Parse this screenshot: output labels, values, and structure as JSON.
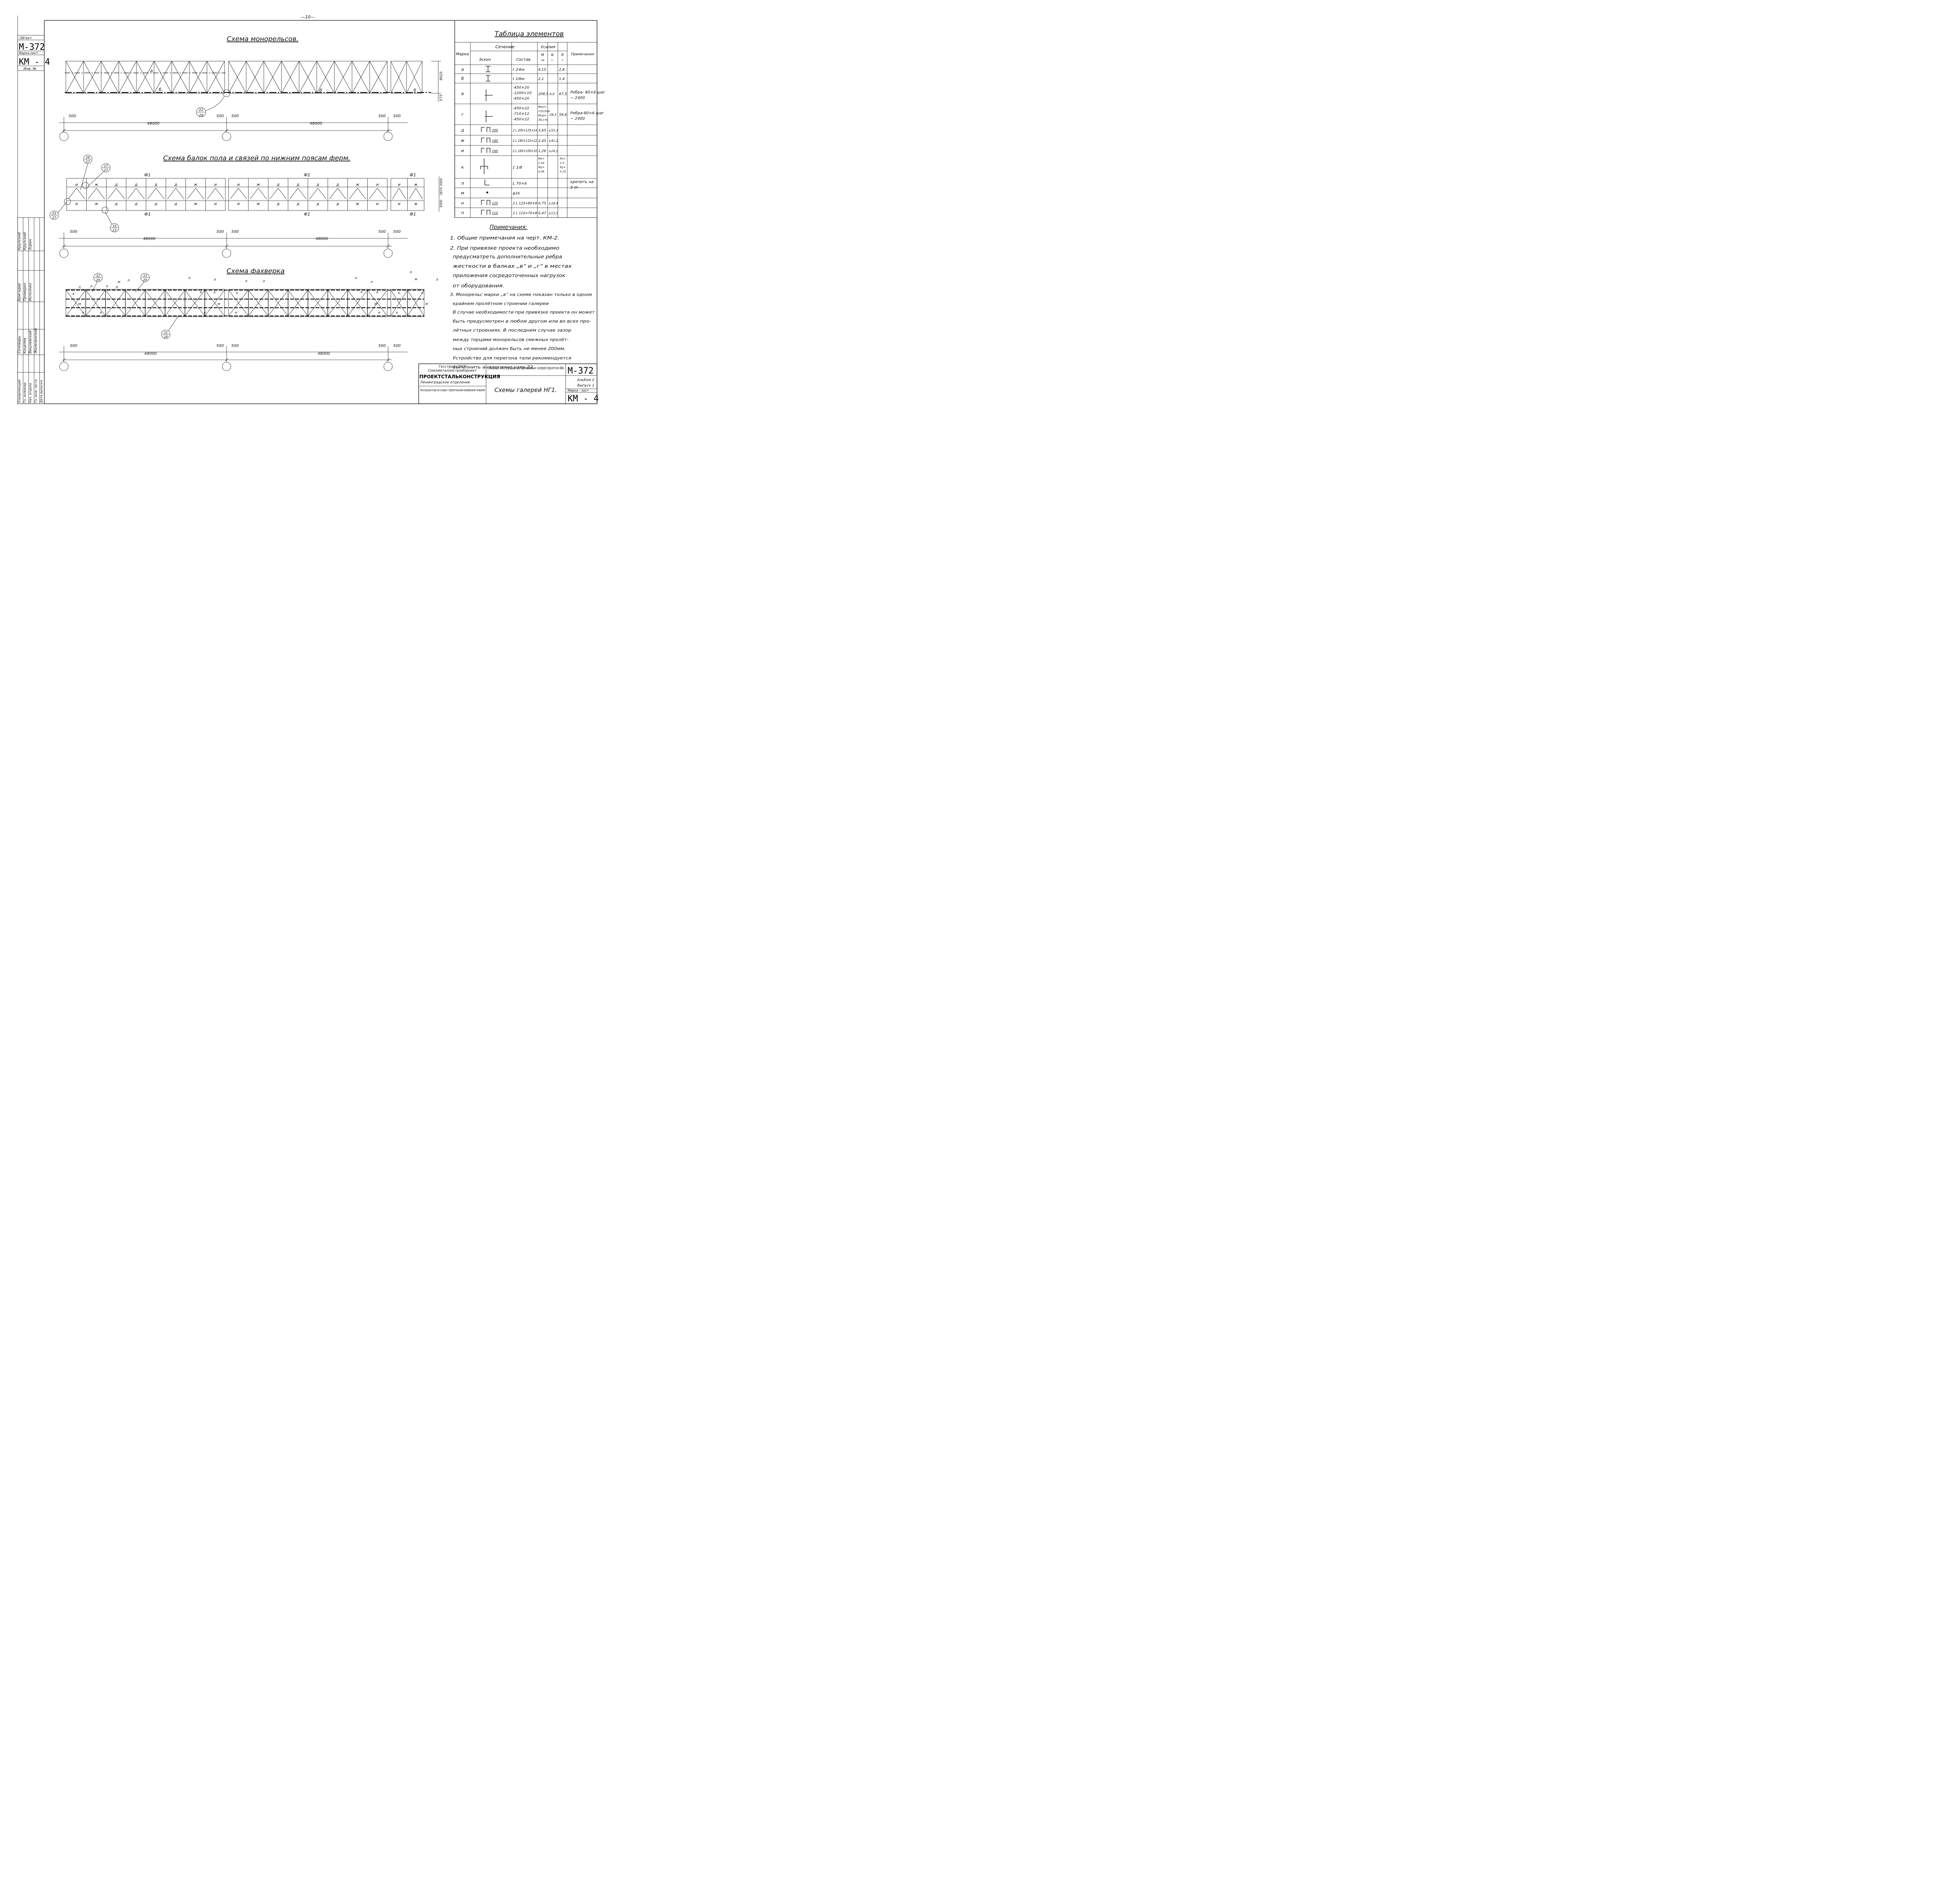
{
  "page_number": "—10—",
  "stamp": {
    "object_label": "Об'ект",
    "object": "М-372",
    "mark_label": "Марка-лист",
    "mark": "КМ - 4",
    "inv_label": "Инв. №"
  },
  "scheme1": {
    "title": "Схема монорельсов.",
    "labels": [
      "а",
      "б",
      "б.",
      "б"
    ],
    "dims": {
      "total_a": "48000",
      "total_b": "48000",
      "offset": "500",
      "h1": "8025",
      "h2": "575"
    },
    "callout": {
      "top": "22",
      "bottom": "26"
    }
  },
  "scheme2": {
    "title": "Схема балок пола и связей по нижним поясам ферм.",
    "f": "Ф1",
    "top_row": [
      "и",
      "ж",
      "д",
      "д",
      "д",
      "д",
      "ж",
      "и",
      "и",
      "ж",
      "д",
      "д",
      "д",
      "д",
      "ж",
      "и",
      "и",
      "ж"
    ],
    "bottom_row": [
      "и",
      "ж",
      "д",
      "д",
      "д",
      "д",
      "ж",
      "и",
      "и",
      "ж",
      "д",
      "д",
      "д",
      "д",
      "ж",
      "и",
      "и",
      "ж"
    ],
    "dims": {
      "total": "48000",
      "offset": "500",
      "h1": "3000",
      "h2": "3670",
      "h3": "3000"
    },
    "callouts": [
      {
        "top": "26",
        "bottom": "27"
      },
      {
        "top": "27",
        "bottom": "27"
      },
      {
        "top": "25",
        "bottom": "27"
      },
      {
        "top": "16",
        "bottom": "23"
      }
    ]
  },
  "scheme3": {
    "title": "Схема фахверка",
    "labels": {
      "l": "л",
      "k": "к",
      "m": "м"
    },
    "dims": {
      "total": "48000",
      "offset": "500"
    },
    "callouts": [
      {
        "top": "32",
        "bottom": "29"
      },
      {
        "top": "33",
        "bottom": "29"
      },
      {
        "top": "31",
        "bottom": "28"
      }
    ]
  },
  "table": {
    "title": "Таблица элементов",
    "headers": {
      "mark": "Марка",
      "section": "Сечение",
      "sketch": "Эскиз",
      "composition": "Состав",
      "forces": "Усилия",
      "m": "M",
      "m_unit": "тм",
      "n": "N",
      "n_unit": "т.",
      "r": "R",
      "r_unit": "т",
      "note": "Примечания"
    },
    "rows": [
      {
        "mark": "а",
        "comp": "I 24м",
        "m": "4,15",
        "n": "",
        "r": "2,8",
        "note": ""
      },
      {
        "mark": "б",
        "comp": "I 18м",
        "m": "2,1",
        "n": "",
        "r": "1,4",
        "note": ""
      },
      {
        "mark": "в",
        "comp": "-450×20 / -1200×10 / -450×20",
        "m": "208,5",
        "n": "-4,0",
        "r": "67,5",
        "note": "Ребра- 80×6 шаг ~ 2400"
      },
      {
        "mark": "г",
        "comp": "-450×22 / -710×12 / -450×22",
        "m": "Моп= 119,0тм Мпр= 38,1тм",
        "n": "-39,5",
        "r": "59,6",
        "note": "Ребра-80×6 шаг ~ 2400"
      },
      {
        "mark": "д",
        "comp": "2 L 200×125×14",
        "m": "3,65",
        "n": "±55,3",
        "r": "",
        "note": ""
      },
      {
        "mark": "ж",
        "comp": "2 L 180×110×12",
        "m": "2,45",
        "n": "±41,2",
        "r": "",
        "note": ""
      },
      {
        "mark": "и",
        "comp": "2 L 160×100×10",
        "m": "1,26",
        "n": "±24,1",
        "r": "",
        "note": ""
      },
      {
        "mark": "к",
        "comp": "[ 18",
        "m": "Мх= 1.44 Му= 0.06",
        "n": "",
        "r": "Rx= 1.0 Ry= 0.15",
        "note": ""
      },
      {
        "mark": "л",
        "comp": "L 70×6",
        "m": "",
        "n": "",
        "r": "",
        "note": "крепить на 5 m"
      },
      {
        "mark": "м",
        "comp": "φ16",
        "m": "",
        "n": "",
        "r": "",
        "note": ""
      },
      {
        "mark": "н",
        "comp": "2 L 125×80×8",
        "m": "0,75",
        "n": "±18,4",
        "r": "",
        "note": ""
      },
      {
        "mark": "п",
        "comp": "2 L 110×70×8",
        "m": "0,47",
        "n": "±13,1",
        "r": "",
        "note": ""
      }
    ],
    "sketch_sizes": {
      "d": "200",
      "zh": "180",
      "i": "160",
      "n": "125",
      "p": "110"
    }
  },
  "notes": {
    "title": "Примечания:",
    "lines": [
      "1. Общие примечания на черт. КМ-2.",
      "2. При привязке проекта необходимо",
      "предусматреть дополнительные ребра",
      "жесткости в балках „в” и „г” в местах",
      "приложения сосредоточенных нагрузок",
      "от оборудования.",
      "3. Монорельс марки „а” на схеме показан только в одном",
      "крайнем пролётном строении галереи",
      "В случае необходимости при привязке проекта он может",
      "быть предусмотрен в любом другом или во всех про-",
      "лётных строениях. В последнем случае зазор",
      "между торцами монорельсов смежных пролёт-",
      "ных строений должен быть не менее 200мм.",
      "Устройство для перегона тали рекомендуется",
      "выполнить аналогично узлу 22."
    ]
  },
  "title_block": {
    "org1": "Госстрой СССР",
    "org2": "Союзметаллостройпроект",
    "org3": "ПРОЕКТСТАЛЬКОНСТРУКЦИЯ",
    "org4": "Ленинградское отделение",
    "desc": "Конструкции открытых складов с горизонтальными конвейерными галереями",
    "project": "Стальные конструкции неотапливаемых галерей пролетом 48м",
    "drawing": "Схемы галерей НГ1.",
    "code": "М-372",
    "album": "Альбом 2",
    "issue": "Выпуск 1",
    "sheet_label": "Марка - лист",
    "sheet": "КМ - 4"
  },
  "left_block": {
    "roles": [
      "Управляющий",
      "Гл. инженер",
      "Нач. отдела",
      "Гл. инж. пр-та",
      "Дата выпуска"
    ],
    "names": [
      "Соловарь",
      "Коцелев",
      "Вишневский",
      "Железенский"
    ],
    "roles2": [
      "Бригадир",
      "Проверил",
      "Исполнил"
    ],
    "names2": [
      "Крупский",
      "Крупский",
      "Зорин"
    ]
  }
}
